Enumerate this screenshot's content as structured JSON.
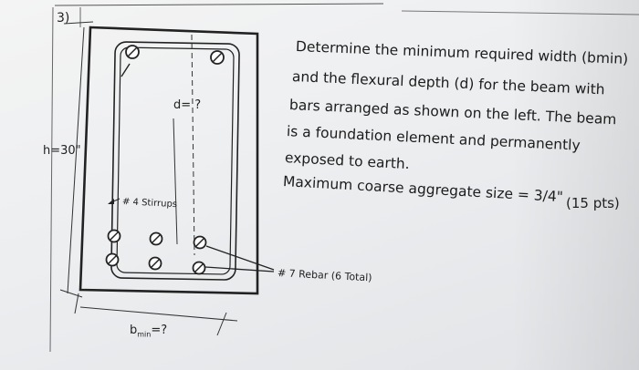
{
  "problem": {
    "number": "3)",
    "lines": [
      "Determine the minimum required width (bmin)",
      "and the flexural depth (d) for the beam  with",
      "bars arranged as shown on the left. The beam",
      "is a foundation element and permanently",
      "exposed to earth.",
      "Maximum coarse aggregate size = 3/4\""
    ],
    "points": "(15 pts)"
  },
  "drawing": {
    "height_label": "h=30\"",
    "depth_label": "d= ?",
    "stirrup_label": "# 4 Stirrups",
    "rebar_label": "# 7 Rebar (6 Total)",
    "width_label_main": "b",
    "width_label_sub": "min",
    "width_label_tail": "=?"
  }
}
